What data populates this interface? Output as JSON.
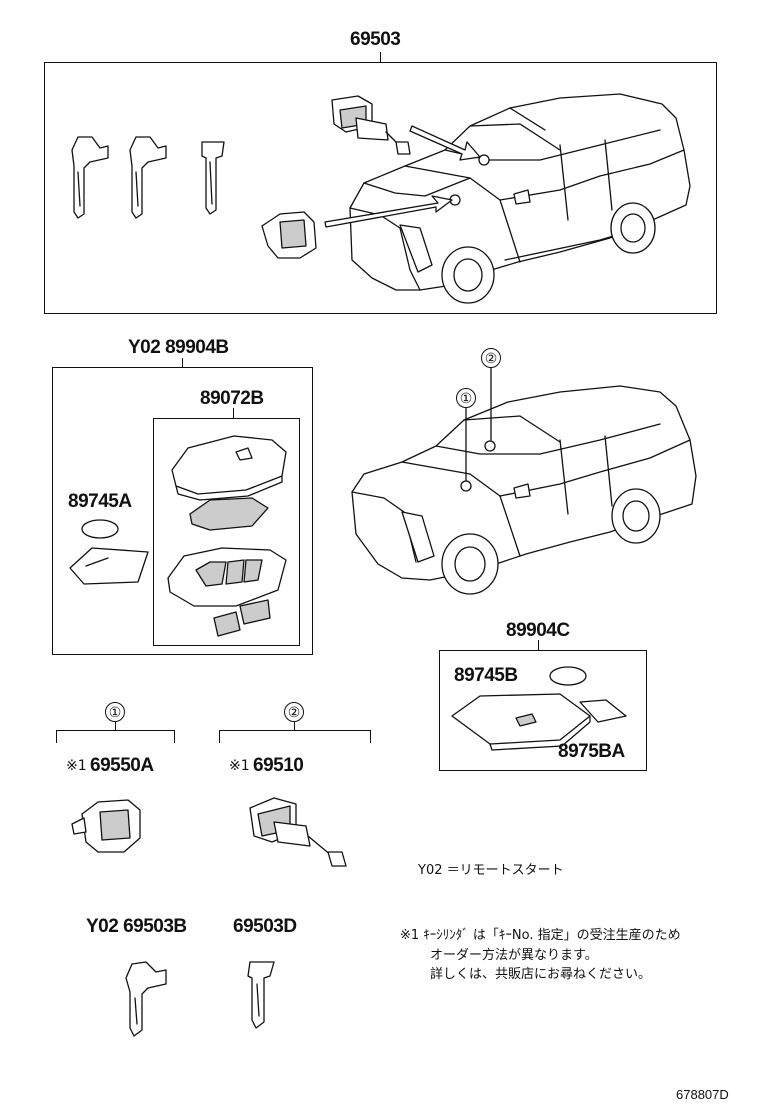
{
  "labels": {
    "main_set": "69503",
    "transmitter_set": "Y02 89904B",
    "transmitter_housing": "89072B",
    "battery_a": "89745A",
    "battery_set": "89904C",
    "battery_b": "89745B",
    "sheet": "8975BA",
    "cylinder_1": "69550A",
    "cylinder_2": "69510",
    "key_b": "Y02 69503B",
    "key_d": "69503D",
    "mark_1": "※1",
    "mark_2": "※1",
    "circle_1": "①",
    "circle_2": "②",
    "car_circle_1": "①",
    "car_circle_2": "②"
  },
  "notes": {
    "y02_legend": "Y02 ＝リモートスタート",
    "footnote_line1": "※1  ｷｰｼﾘﾝﾀﾞ は「ｷｰNo. 指定」の受注生産のため",
    "footnote_line2": "オーダー方法が異なります。",
    "footnote_line3": "詳しくは、共販店にお尋ねください。"
  },
  "figure_id": "678807D"
}
